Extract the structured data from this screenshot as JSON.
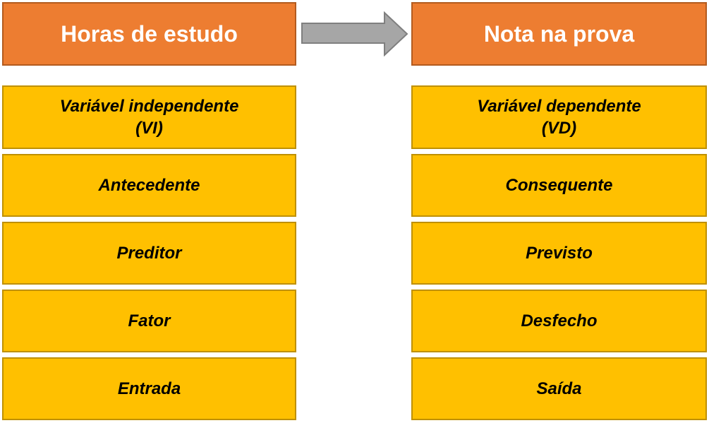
{
  "colors": {
    "header_fill": "#ED7D31",
    "header_border": "#B35B1F",
    "header_text": "#FFFFFF",
    "item_fill": "#FFC000",
    "item_border": "#BF9000",
    "item_text": "#000000",
    "arrow_fill": "#A6A6A6",
    "arrow_border": "#7F7F7F",
    "canvas_bg": "#FFFFFF"
  },
  "left": {
    "header": "Horas de estudo",
    "items": [
      "Variável independente\n(VI)",
      "Antecedente",
      "Preditor",
      "Fator",
      "Entrada"
    ]
  },
  "right": {
    "header": "Nota na prova",
    "items": [
      "Variável dependente\n(VD)",
      "Consequente",
      "Previsto",
      "Desfecho",
      "Saída"
    ]
  }
}
